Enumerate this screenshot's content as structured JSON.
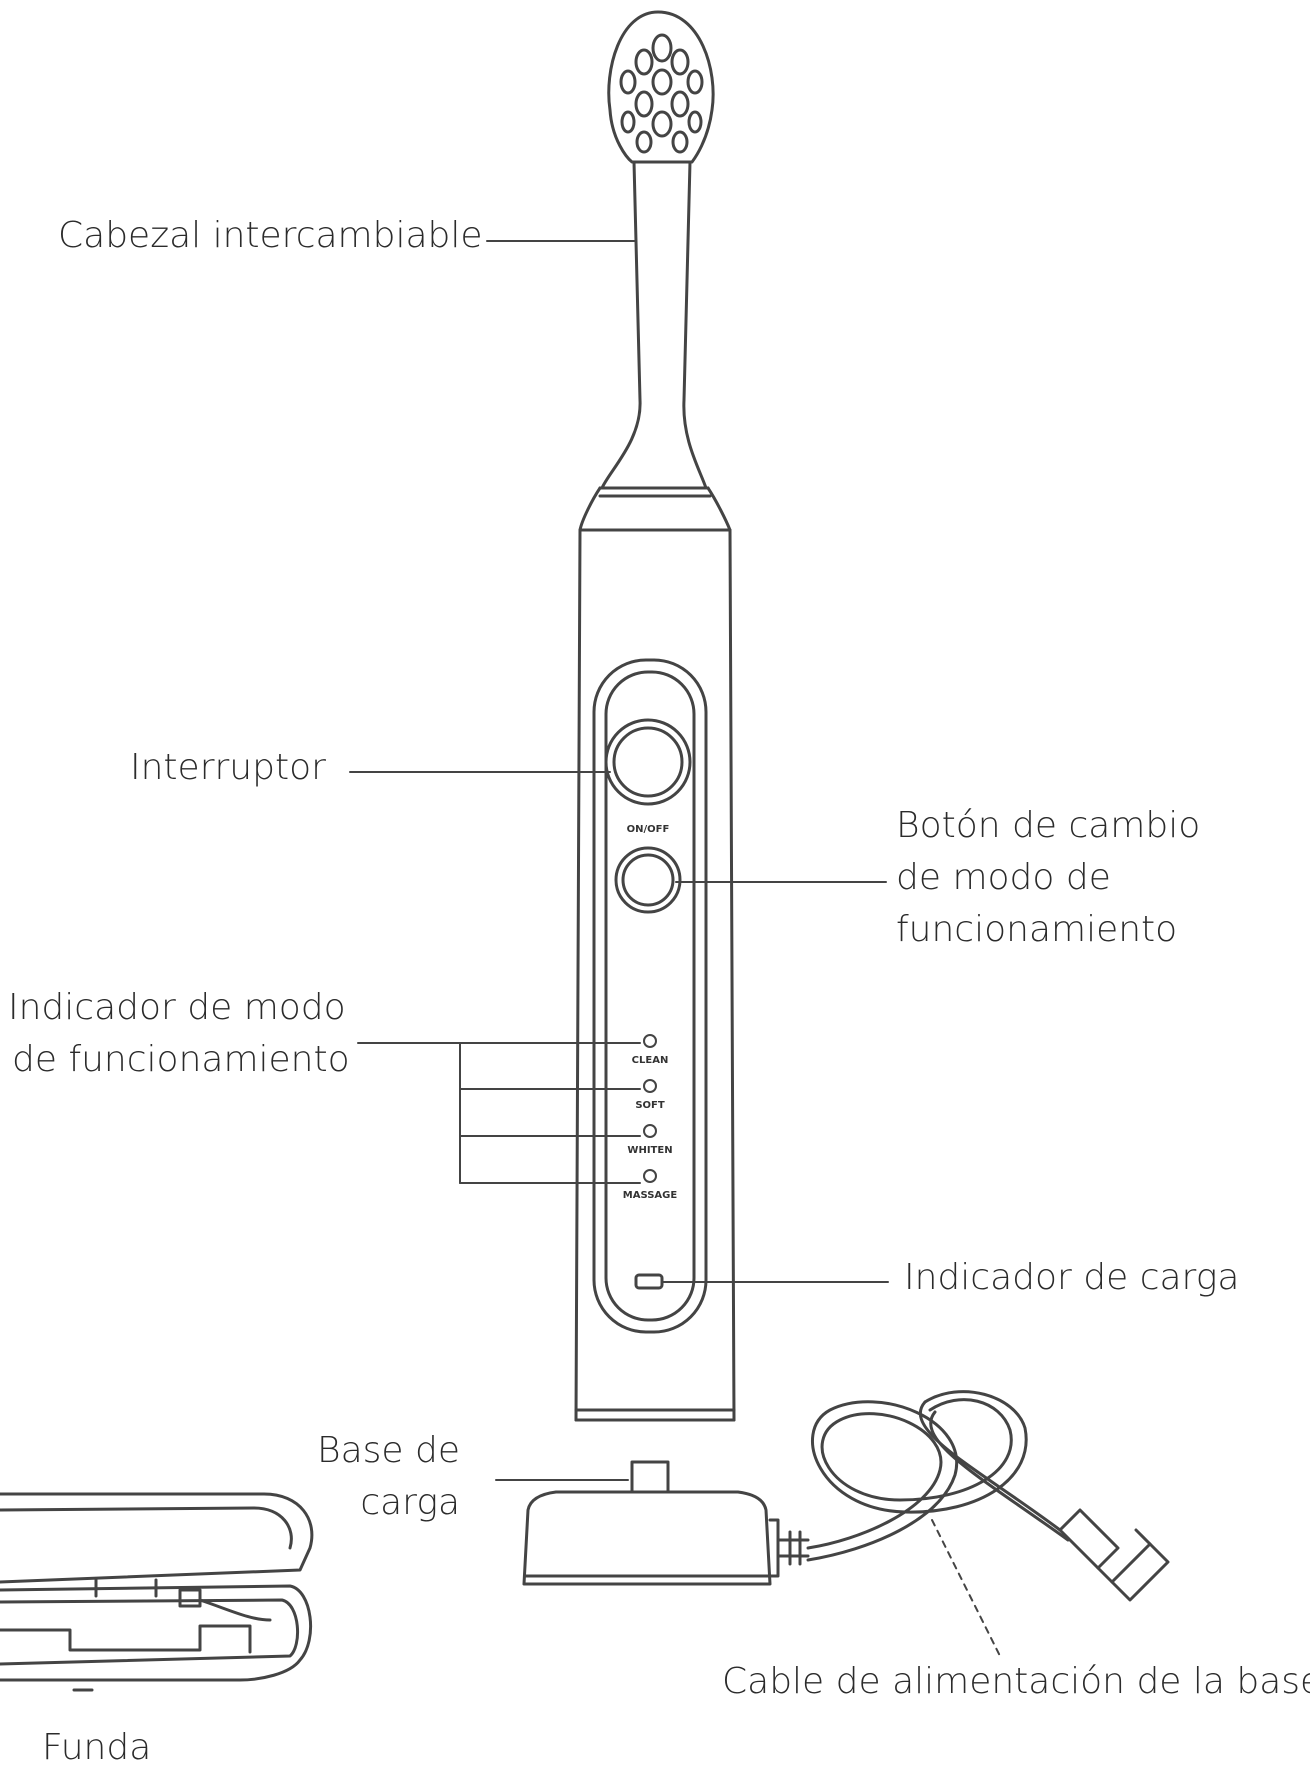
{
  "labels": {
    "head": "Cabezal intercambiable",
    "switch": "Interruptor",
    "mode_button": [
      "Botón de cambio",
      "de modo de",
      "funcionamiento"
    ],
    "mode_indicator": [
      "Indicador de modo",
      "de funcionamiento"
    ],
    "charge_indicator": "Indicador de carga",
    "charging_base": [
      "Base de",
      "carga"
    ],
    "case": "Funda",
    "base_cable": "Cable de alimentación de la base"
  },
  "panel": {
    "onoff": "ON/OFF",
    "modes": [
      "CLEAN",
      "SOFT",
      "WHITEN",
      "MASSAGE"
    ]
  },
  "colors": {
    "line": "#444444",
    "text": "#2b2b2b"
  }
}
